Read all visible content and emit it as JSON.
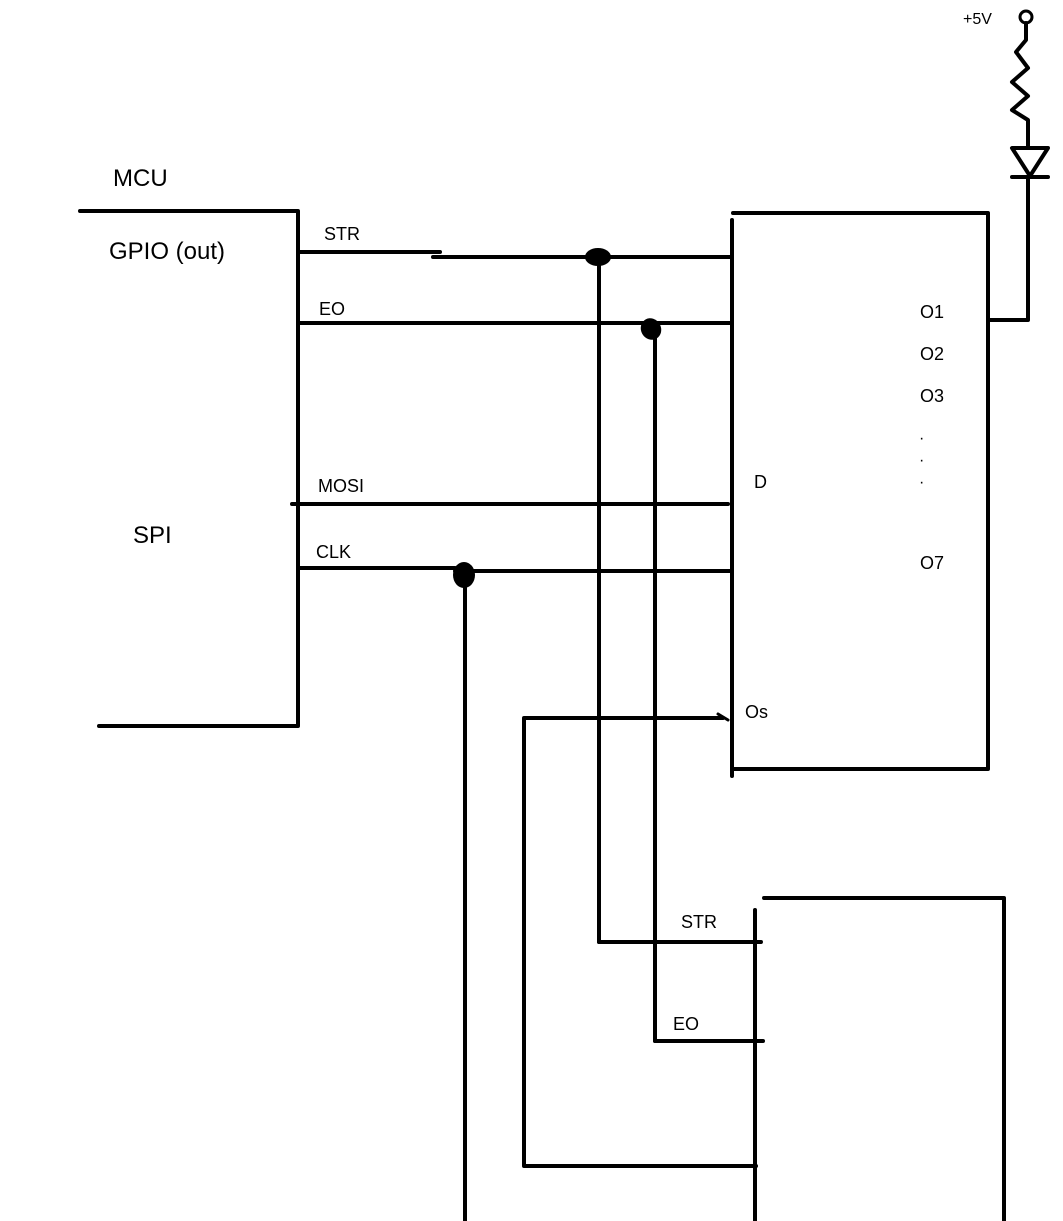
{
  "mcu": {
    "title": "MCU",
    "gpio_label": "GPIO (out)",
    "spi_label": "SPI",
    "pins": {
      "str": "STR",
      "eo": "EO",
      "mosi": "MOSI",
      "clk": "CLK"
    }
  },
  "driver_top": {
    "input_d": "D",
    "output_serial": "Os",
    "outputs": [
      "O1",
      "O2",
      "O3",
      "O7"
    ],
    "ellipsis": [
      "·",
      "·",
      "·"
    ]
  },
  "driver_bottom": {
    "str": "STR",
    "eo": "EO"
  },
  "supply": {
    "label": "+5V"
  },
  "colors": {
    "ink": "#000000",
    "background": "#ffffff"
  }
}
